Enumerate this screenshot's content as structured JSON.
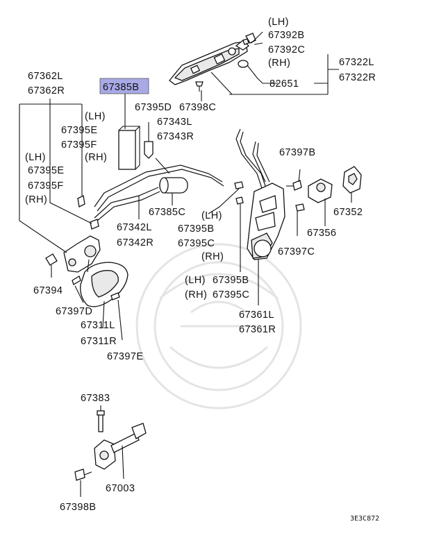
{
  "diagram": {
    "highlight_color": "#a9a9e6",
    "figure_code": "3E3C872",
    "labels": {
      "lh_top": "(LH)",
      "p67392b": "67392B",
      "p67392c": "67392C",
      "rh_top": "(RH)",
      "p82651": "82651",
      "p67322l": "67322L",
      "p67322r": "67322R",
      "p67362l": "67362L",
      "p67362r": "67362R",
      "p67385b": "67385B",
      "p67395d": "67395D",
      "p67398c": "67398C",
      "lh_a": "(LH)",
      "p67395e_a": "67395E",
      "p67395f_a": "67395F",
      "rh_a": "(RH)",
      "p67343l": "67343L",
      "p67343r": "67343R",
      "lh_b": "(LH)",
      "p67395e_b": "67395E",
      "p67395f_b": "67395F",
      "rh_b": "(RH)",
      "p67397b": "67397B",
      "p67385c": "67385C",
      "p67352": "67352",
      "p67342l": "67342L",
      "p67342r": "67342R",
      "lh_c": "(LH)",
      "p67395b_a": "67395B",
      "p67395c_a": "67395C",
      "rh_c": "(RH)",
      "p67356": "67356",
      "p67397c": "67397C",
      "p67394": "67394",
      "lh_d": "(LH)",
      "p67395b_b": "67395B",
      "rh_d": "(RH)",
      "p67395c_b": "67395C",
      "p67397d": "67397D",
      "p67311l": "67311L",
      "p67311r": "67311R",
      "p67361l": "67361L",
      "p67361r": "67361R",
      "p67397e": "67397E",
      "p67383": "67383",
      "p67003": "67003",
      "p67398b": "67398B"
    }
  }
}
